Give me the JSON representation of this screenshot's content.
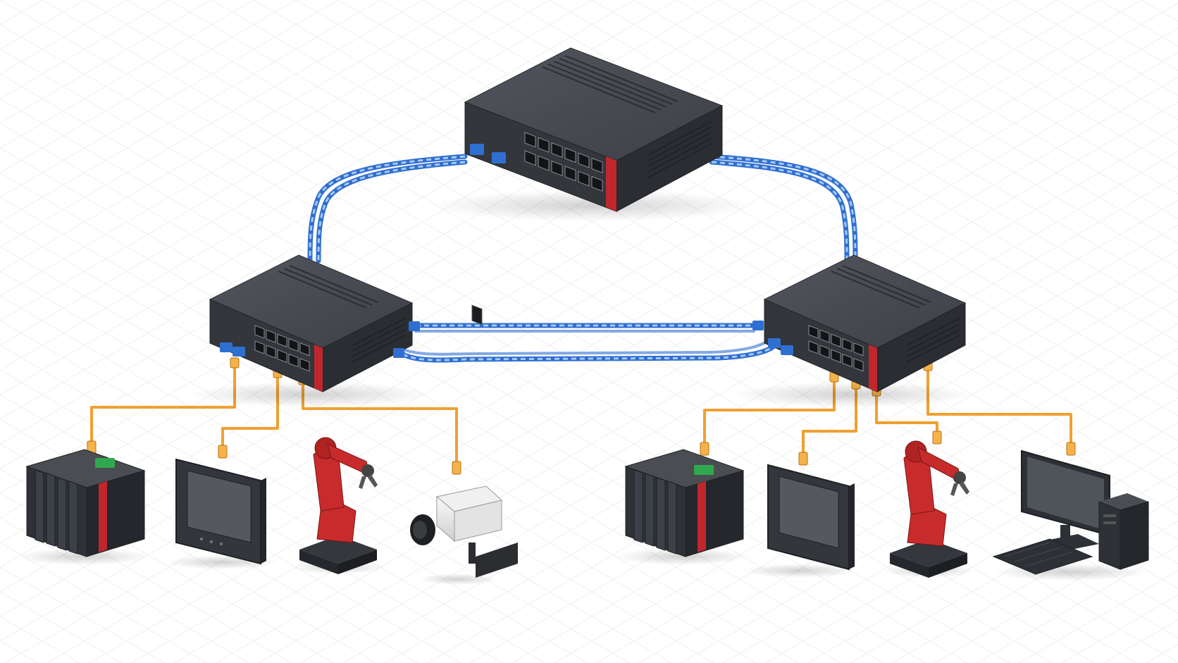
{
  "diagram": {
    "nodes": [
      {
        "id": "switch_core",
        "kind": "switch-large"
      },
      {
        "id": "switch_left",
        "kind": "switch-small"
      },
      {
        "id": "switch_right",
        "kind": "switch-small"
      },
      {
        "id": "plc_left",
        "kind": "plc"
      },
      {
        "id": "hmi_left",
        "kind": "hmi-panel"
      },
      {
        "id": "robot_left",
        "kind": "robot-arm"
      },
      {
        "id": "camera_left",
        "kind": "ip-camera"
      },
      {
        "id": "plc_right",
        "kind": "plc"
      },
      {
        "id": "hmi_right",
        "kind": "hmi-panel"
      },
      {
        "id": "robot_right",
        "kind": "robot-arm"
      },
      {
        "id": "pc_right",
        "kind": "desktop-pc"
      }
    ],
    "links": [
      {
        "from": "switch_core",
        "to": "switch_left",
        "medium": "fiber"
      },
      {
        "from": "switch_core",
        "to": "switch_right",
        "medium": "fiber"
      },
      {
        "from": "switch_left",
        "to": "switch_right",
        "medium": "fiber"
      },
      {
        "from": "switch_left",
        "to": "switch_right",
        "medium": "fiber"
      },
      {
        "from": "switch_left",
        "to": "plc_left",
        "medium": "ethernet"
      },
      {
        "from": "switch_left",
        "to": "hmi_left",
        "medium": "ethernet"
      },
      {
        "from": "switch_left",
        "to": "robot_left",
        "medium": "ethernet"
      },
      {
        "from": "switch_left",
        "to": "camera_left",
        "medium": "ethernet"
      },
      {
        "from": "switch_right",
        "to": "plc_right",
        "medium": "ethernet"
      },
      {
        "from": "switch_right",
        "to": "hmi_right",
        "medium": "ethernet"
      },
      {
        "from": "switch_right",
        "to": "robot_right",
        "medium": "ethernet"
      },
      {
        "from": "switch_right",
        "to": "pc_right",
        "medium": "ethernet"
      }
    ]
  },
  "colors": {
    "background": "#ffffff",
    "grid": "#eeeeee",
    "switch_body": "#3a3d42",
    "switch_top": "#4a4d52",
    "accent_red": "#c0272d",
    "fiber_blue": "#2f6fd1",
    "fiber_light": "#a9c8f2",
    "ethernet_orange": "#f0a030",
    "robot_red": "#c82b2b",
    "connector_green": "#2fa84f"
  }
}
